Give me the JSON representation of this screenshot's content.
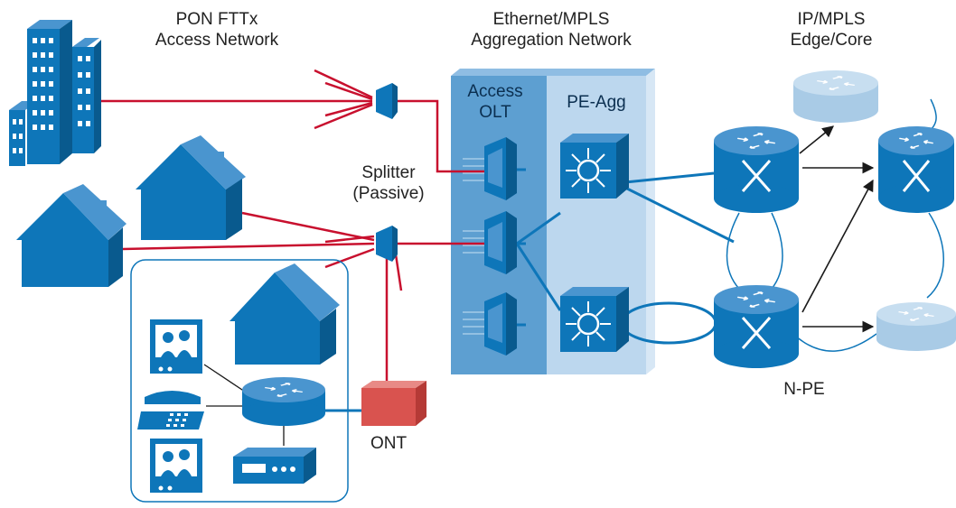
{
  "headers": {
    "pon": [
      "PON FTTx",
      "Access Network"
    ],
    "ethernet": [
      "Ethernet/MPLS",
      "Aggregation Network"
    ],
    "core": [
      "IP/MPLS",
      "Edge/Core"
    ]
  },
  "labels": {
    "access_olt": [
      "Access",
      "OLT"
    ],
    "pe_agg": "PE-Agg",
    "splitter": [
      "Splitter",
      "(Passive)"
    ],
    "ont": "ONT",
    "npe": "N-PE"
  },
  "colors": {
    "device_blue": "#0e76b9",
    "device_blue_light": "#a9cbe6",
    "fiber_red": "#c8102e",
    "ont_red": "#d9534f",
    "link_blue": "#0e76b9",
    "band_access": "#5d9fd1",
    "band_pe": "#bcd7ee",
    "arrow_black": "#1a1a1a"
  },
  "icons": [
    "office-building-icon",
    "house-icon",
    "splitter-icon",
    "olt-icon",
    "aggregation-switch-icon",
    "router-icon",
    "tv-icon",
    "phone-icon",
    "set-top-box-icon",
    "ont-icon"
  ]
}
